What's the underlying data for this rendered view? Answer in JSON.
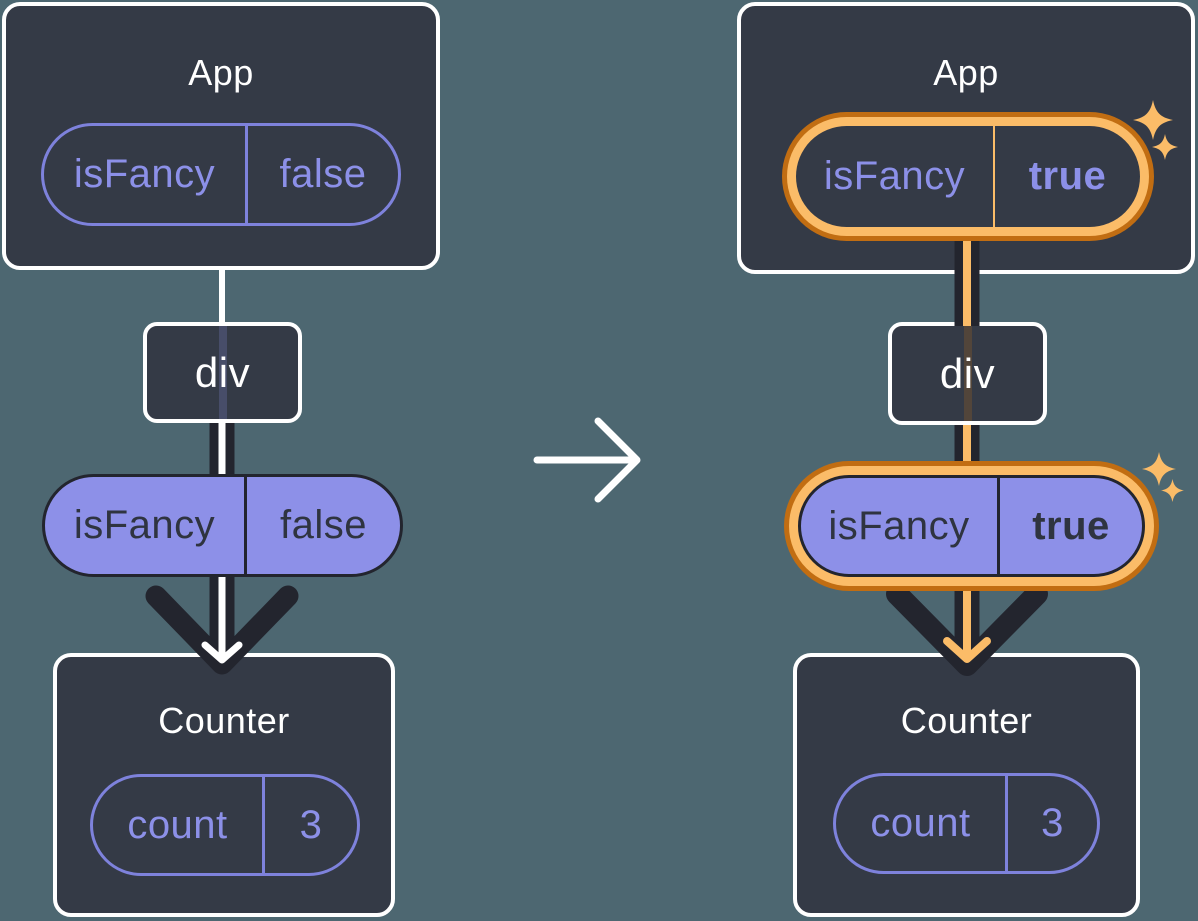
{
  "diagram": {
    "before": {
      "app": {
        "title": "App",
        "state_name": "isFancy",
        "state_value": "false"
      },
      "div_label": "div",
      "prop_name": "isFancy",
      "prop_value": "false",
      "counter": {
        "title": "Counter",
        "state_name": "count",
        "state_value": "3"
      }
    },
    "after": {
      "app": {
        "title": "App",
        "state_name": "isFancy",
        "state_value": "true"
      },
      "div_label": "div",
      "prop_name": "isFancy",
      "prop_value": "true",
      "counter": {
        "title": "Counter",
        "state_name": "count",
        "state_value": "3"
      }
    },
    "colors": {
      "background": "#4d6771",
      "box_fill": "#343a46",
      "box_border": "#ffffff",
      "dark_stroke": "#23252e",
      "purple_outline": "#7e82dc",
      "purple_text": "#8c90e8",
      "purple_fill": "#8d90e8",
      "dark_text": "#2f3440",
      "orange_light": "#fbbc68",
      "orange_dark": "#c16d12",
      "white": "#ffffff"
    },
    "icons": {
      "transition_arrow": "right-arrow",
      "sparkle": "four-point-star",
      "flow_arrow_before": "down-arrow-white-on-dark",
      "flow_arrow_after": "down-arrow-orange-on-dark"
    }
  }
}
